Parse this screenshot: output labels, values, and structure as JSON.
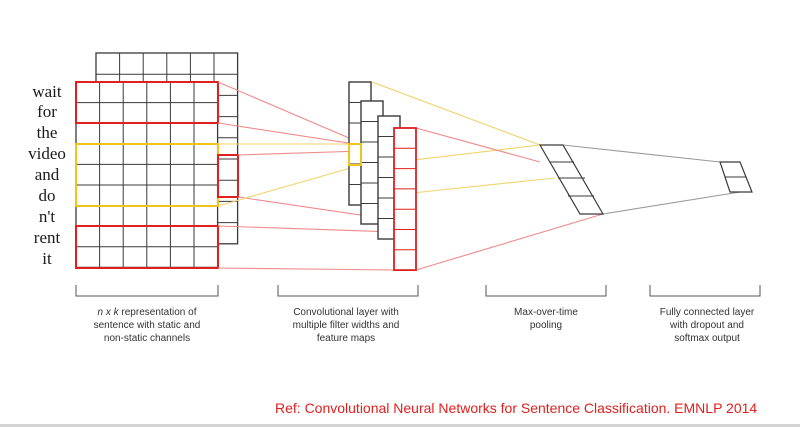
{
  "words": [
    "wait",
    "for",
    "the",
    "video",
    "and",
    "do",
    "n't",
    "rent",
    "it"
  ],
  "captions": {
    "input": {
      "prefix": "n x k",
      "line1_rest": " representation of",
      "line2": "sentence with static and",
      "line3": "non-static channels"
    },
    "conv": {
      "line1": "Convolutional layer with",
      "line2": "multiple filter widths and",
      "line3": "feature maps"
    },
    "pool": {
      "line1": "Max-over-time",
      "line2": "pooling"
    },
    "fc": {
      "line1": "Fully connected layer",
      "line2": "with dropout and",
      "line3": "softmax output"
    }
  },
  "reference": "Ref: Convolutional Neural Networks for Sentence Classification. EMNLP 2014",
  "colors": {
    "grid": "#3a3a3a",
    "red": "#e0201e",
    "yellow": "#f0c419",
    "connector_red": "#f08a8a",
    "connector_yellow": "#f3d36b",
    "connector_gray": "#9a9a9a",
    "bracket": "#555555"
  }
}
